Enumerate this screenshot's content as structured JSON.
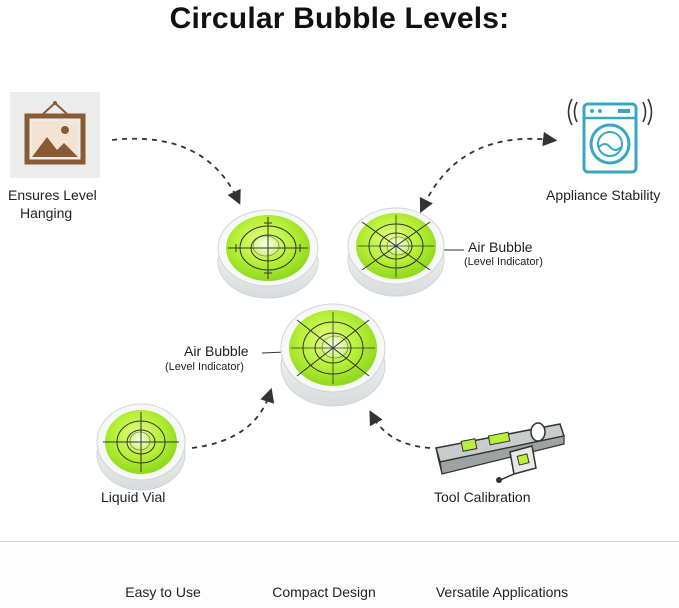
{
  "title": "Circular Bubble Levels:",
  "callouts": {
    "hanging_line1": "Ensures Level",
    "hanging_line2": "Hanging",
    "appliance": "Appliance Stability",
    "air_bubble_right_title": "Air Bubble",
    "air_bubble_right_sub": "(Level Indicator)",
    "air_bubble_left_title": "Air Bubble",
    "air_bubble_left_sub": "(Level Indicator)",
    "liquid_vial": "Liquid Vial",
    "tool_calibration": "Tool Calibration"
  },
  "features": [
    {
      "label": "Easy to Use",
      "icon": "easy-to-use-icon"
    },
    {
      "label": "Compact Design",
      "icon": "compact-design-icon"
    },
    {
      "label": "Versatile Applications",
      "icon": "houses-icon"
    }
  ],
  "colors": {
    "bubble_green": "#b8f03a",
    "bubble_green_dark": "#8fd81a",
    "rim": "#e9ecec",
    "icon_teal": "#3aa7c2",
    "frame_brown": "#8a5a35",
    "arrow": "#333333"
  }
}
